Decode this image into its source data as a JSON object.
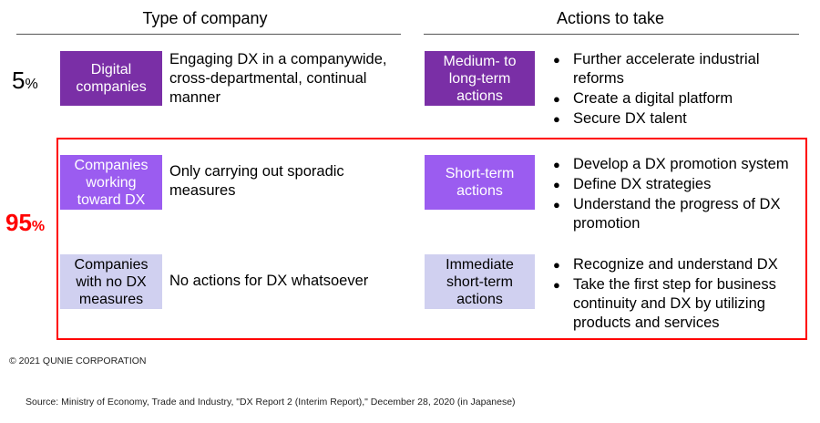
{
  "headers": {
    "type_of_company": "Type of company",
    "actions_to_take": "Actions to take"
  },
  "percent_digital": {
    "number": "5",
    "symbol": "%"
  },
  "percent_others": {
    "number": "95",
    "symbol": "%"
  },
  "rows": [
    {
      "company_box": "Digital\ncompanies",
      "description": "Engaging DX in a companywide, cross-departmental, continual manner",
      "action_box": "Medium- to\nlong-term\nactions",
      "actions": [
        "Further accelerate industrial reforms",
        "Create a digital platform",
        "Secure DX talent"
      ]
    },
    {
      "company_box": "Companies\nworking\ntoward DX",
      "description": "Only carrying out sporadic measures",
      "action_box": "Short-term\nactions",
      "actions": [
        "Develop a DX promotion system",
        "Define DX strategies",
        "Understand the progress of DX promotion"
      ]
    },
    {
      "company_box": "Companies\nwith no DX\nmeasures",
      "description": "No actions for DX whatsoever",
      "action_box": "Immediate\nshort-term\nactions",
      "actions": [
        "Recognize and understand DX",
        "Take the first step for business continuity and DX by utilizing products and services"
      ]
    }
  ],
  "colors": {
    "digital": "#7a2fa6",
    "working": "#9b5cf0",
    "no_measures": "#d0d0f0",
    "highlight_border": "#ff0000",
    "percent_red": "#ff0000"
  },
  "copyright": "© 2021 QUNIE CORPORATION",
  "source": "Source: Ministry of Economy, Trade and Industry, \"DX Report 2 (Interim Report),\" December 28, 2020 (in Japanese)"
}
